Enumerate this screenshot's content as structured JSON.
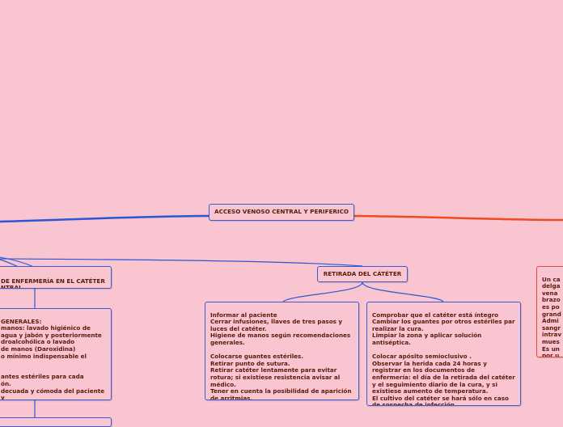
{
  "colors": {
    "background": "#f9c5d0",
    "blue_branch": "#2a57d6",
    "red_branch": "#f04a23",
    "node_border_blue": "#3b5bd1",
    "node_border_red": "#e8483a",
    "text": "#5a1a0a"
  },
  "central": {
    "label": "ACCESO VENOSO CENTRAL Y PERIFERICO"
  },
  "care_node": {
    "label": "DE ENFERMERÍA EN EL CATÉTER\nNTRAL"
  },
  "removal_node": {
    "label": "RETIRADA DEL CÁTÉTER"
  },
  "general_box": {
    "text": "GENERALES:\nmanos: lavado higiénico de\nagua y jabón y posteriormente\ndroalcohólica o lavado\nde manos (Daroxidina)\no mínimo indispensable el\n\n\nantes estériles para cada\nón.\ndecuada y cómoda del paciente y\nl."
  },
  "removal_box_1": {
    "text": "Informar al paciente\n Cerrar infusiones, llaves de tres pasos y luces del catéter.\nHigiene de manos según recomendaciones generales.\n\nColocarse guantes estériles.\n Retirar punto de sutura.\nRetirar catéter lentamente para evitar rotura; si existiese resistencia avisar al médico.\nTener en cuenta la posibilidad de aparición de arritmias."
  },
  "removal_box_2": {
    "text": "Comprobar que el catéter está íntegro\nCambiar los guantes por otros estériles par realizar la cura.\nLimpiar la zona y aplicar solución antiséptica.\n\n Colocar apósito semioclusivo .\n Observar la herida cada 24 horas y registrar en los documentos de enfermería: el día de la retirada del catéter y el seguimiento diario de la cura, y si existiese aumento de temperatura.\n El cultivo del catéter se hará sólo en caso de sospecha de infección."
  },
  "right_box": {
    "text": "Un ca\ndelga\nvena \nbrazo\nes po\ngrand\nAdmi\nsangr\nintrav\nmues\nEs un\npor u"
  }
}
